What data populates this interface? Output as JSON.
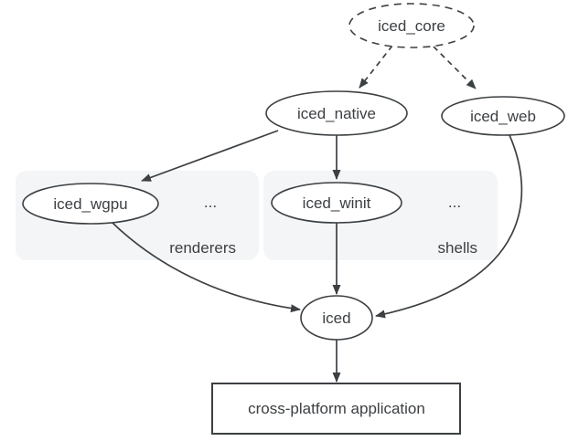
{
  "diagram": {
    "nodes": {
      "iced_core": {
        "label": "iced_core",
        "shape": "ellipse",
        "border": "dashed"
      },
      "iced_native": {
        "label": "iced_native",
        "shape": "ellipse",
        "border": "solid"
      },
      "iced_web": {
        "label": "iced_web",
        "shape": "ellipse",
        "border": "solid"
      },
      "iced_wgpu": {
        "label": "iced_wgpu",
        "shape": "ellipse",
        "border": "solid",
        "group": "renderers"
      },
      "iced_winit": {
        "label": "iced_winit",
        "shape": "ellipse",
        "border": "solid",
        "group": "shells"
      },
      "iced": {
        "label": "iced",
        "shape": "ellipse",
        "border": "solid"
      },
      "app": {
        "label": "cross-platform application",
        "shape": "rect",
        "border": "solid"
      }
    },
    "groups": {
      "renderers": {
        "label": "renderers",
        "more": "..."
      },
      "shells": {
        "label": "shells",
        "more": "..."
      }
    },
    "edges": [
      {
        "from": "iced_core",
        "to": "iced_native",
        "style": "dashed"
      },
      {
        "from": "iced_core",
        "to": "iced_web",
        "style": "dashed"
      },
      {
        "from": "iced_native",
        "to": "iced_wgpu",
        "style": "solid"
      },
      {
        "from": "iced_native",
        "to": "iced_winit",
        "style": "solid"
      },
      {
        "from": "iced_wgpu",
        "to": "iced",
        "style": "solid"
      },
      {
        "from": "iced_winit",
        "to": "iced",
        "style": "solid"
      },
      {
        "from": "iced_web",
        "to": "iced",
        "style": "solid"
      },
      {
        "from": "iced",
        "to": "app",
        "style": "solid"
      }
    ],
    "colors": {
      "stroke": "#3c4043",
      "text": "#3c4043",
      "group_label": "#1a73e8",
      "group_fill": "#f4f5f7",
      "background": "#ffffff"
    }
  }
}
